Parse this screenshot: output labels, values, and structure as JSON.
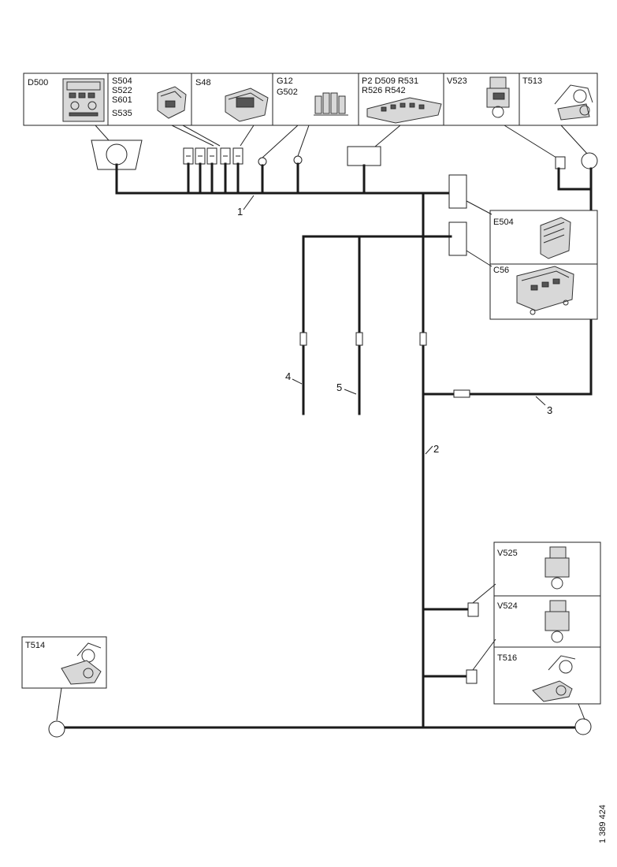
{
  "components": {
    "d500": "D500",
    "s504": [
      "S504",
      "S522",
      "S601",
      "S535"
    ],
    "s48": "S48",
    "g12": [
      "G12",
      "G502"
    ],
    "p2": [
      "P2 D509 R531",
      "R526 R542"
    ],
    "v523": "V523",
    "t513": "T513",
    "e504": "E504",
    "c56": "C56",
    "v525": "V525",
    "v524": "V524",
    "t516": "T516",
    "t514": "T514"
  },
  "cables": {
    "c1": "1",
    "c2": "2",
    "c3": "3",
    "c4": "4",
    "c5": "5"
  },
  "reference": "1 389 424"
}
